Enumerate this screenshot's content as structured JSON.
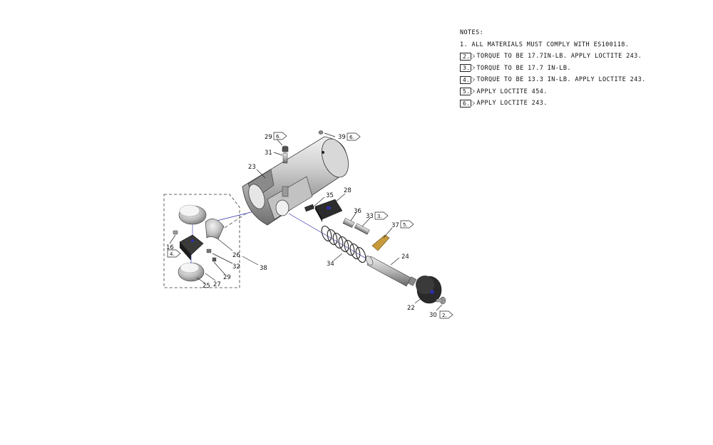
{
  "notes": {
    "title": "NOTES:",
    "items": [
      {
        "flag": "",
        "text": "1. ALL MATERIALS MUST COMPLY WITH ES100118."
      },
      {
        "flag": "2.",
        "text": "TORQUE TO BE 17.7IN-LB. APPLY LOCTITE 243."
      },
      {
        "flag": "3.",
        "text": "TORQUE TO BE 17.7 IN-LB."
      },
      {
        "flag": "4.",
        "text": "TORQUE TO BE 13.3 IN-LB. APPLY LOCTITE 243."
      },
      {
        "flag": "5.",
        "text": "APPLY LOCTITE 454."
      },
      {
        "flag": "6.",
        "text": "APPLY LOCTITE 243."
      }
    ]
  },
  "callouts": {
    "c29a": "29",
    "c39": "39",
    "c31": "31",
    "c23": "23",
    "c28": "28",
    "c35": "35",
    "c36": "36",
    "c33": "33",
    "c37": "37",
    "c24": "24",
    "c34": "34",
    "c22": "22",
    "c30": "30",
    "c16": "16",
    "c26": "26",
    "c32": "32",
    "c38": "38",
    "c29b": "29",
    "c27": "27",
    "c25": "25"
  },
  "flags": {
    "f29a": "6.",
    "f39": "6.",
    "f33": "3.",
    "f37": "5.",
    "f30": "2.",
    "f16": "4."
  },
  "colors": {
    "blue_accent": "#2f2fa8",
    "gold_part": "#c79a3c",
    "dark_part": "#2c2c2c"
  }
}
